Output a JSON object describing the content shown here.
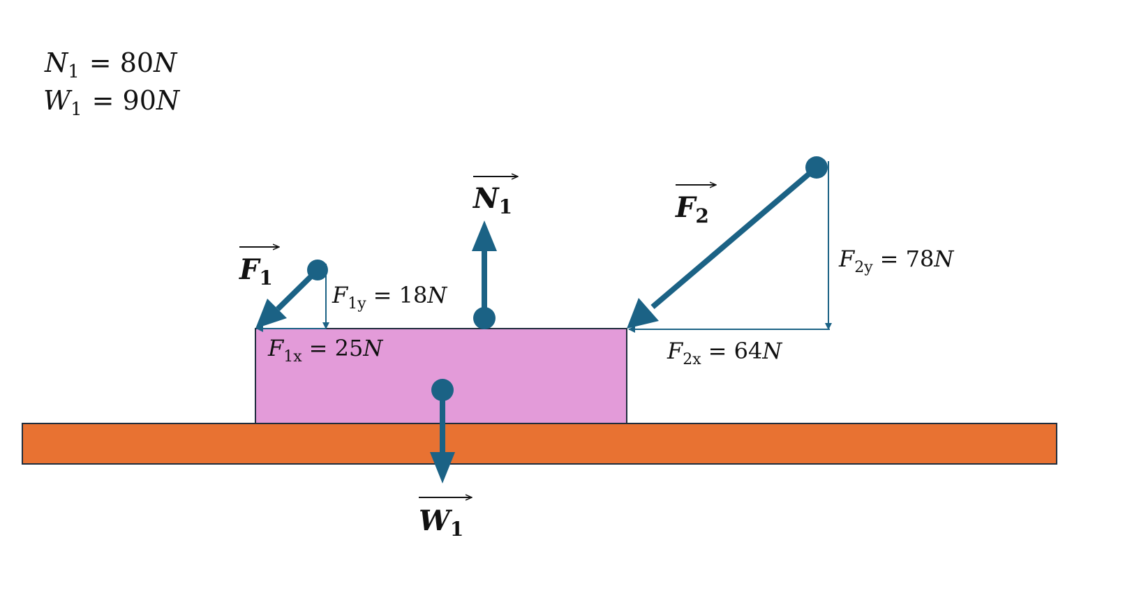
{
  "given": [
    {
      "symbol": "N",
      "sub": "1",
      "rhs": "= 80",
      "unit": "N"
    },
    {
      "symbol": "W",
      "sub": "1",
      "rhs": "= 90",
      "unit": "N"
    }
  ],
  "vectors": {
    "F1": {
      "symbol": "F",
      "sub": "1"
    },
    "F2": {
      "symbol": "F",
      "sub": "2"
    },
    "N1": {
      "symbol": "N",
      "sub": "1"
    },
    "W1": {
      "symbol": "W",
      "sub": "1"
    }
  },
  "components": {
    "F1y": {
      "symbol": "F",
      "sub": "1y",
      "rhs": "= 18",
      "unit": "N"
    },
    "F1x": {
      "symbol": "F",
      "sub": "1x",
      "rhs": "= 25",
      "unit": "N"
    },
    "F2y": {
      "symbol": "F",
      "sub": "2y",
      "rhs": "= 78",
      "unit": "N"
    },
    "F2x": {
      "symbol": "F",
      "sub": "2x",
      "rhs": "= 64",
      "unit": "N"
    }
  },
  "colors": {
    "arrow": "#1b6285",
    "block": "#e39bd9",
    "ground": "#e87232",
    "outline": "#1f2d3d"
  }
}
